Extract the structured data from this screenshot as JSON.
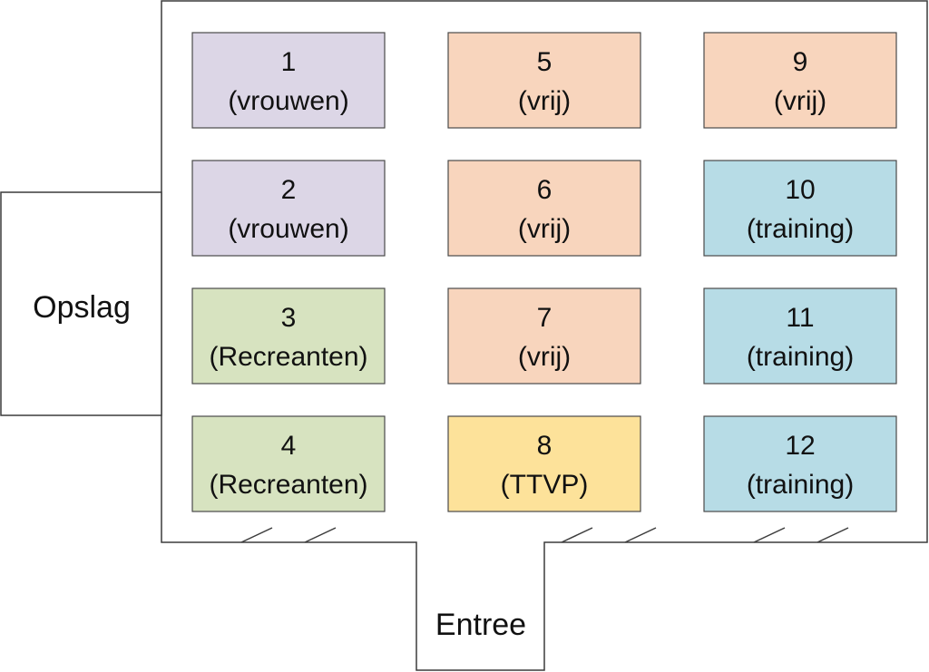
{
  "rooms": {
    "storage": "Opslag",
    "entrance": "Entree"
  },
  "tables": [
    {
      "number": "1",
      "label": "(vrouwen)",
      "color": "#dcd6e6"
    },
    {
      "number": "2",
      "label": "(vrouwen)",
      "color": "#dcd6e6"
    },
    {
      "number": "3",
      "label": "(Recreanten)",
      "color": "#d7e3c0"
    },
    {
      "number": "4",
      "label": "(Recreanten)",
      "color": "#d7e3c0"
    },
    {
      "number": "5",
      "label": "(vrij)",
      "color": "#f8d5bd"
    },
    {
      "number": "6",
      "label": "(vrij)",
      "color": "#f8d5bd"
    },
    {
      "number": "7",
      "label": "(vrij)",
      "color": "#f8d5bd"
    },
    {
      "number": "8",
      "label": "(TTVP)",
      "color": "#fde29a"
    },
    {
      "number": "9",
      "label": "(vrij)",
      "color": "#f8d5bd"
    },
    {
      "number": "10",
      "label": "(training)",
      "color": "#b7dce6"
    },
    {
      "number": "11",
      "label": "(training)",
      "color": "#b7dce6"
    },
    {
      "number": "12",
      "label": "(training)",
      "color": "#b7dce6"
    }
  ]
}
